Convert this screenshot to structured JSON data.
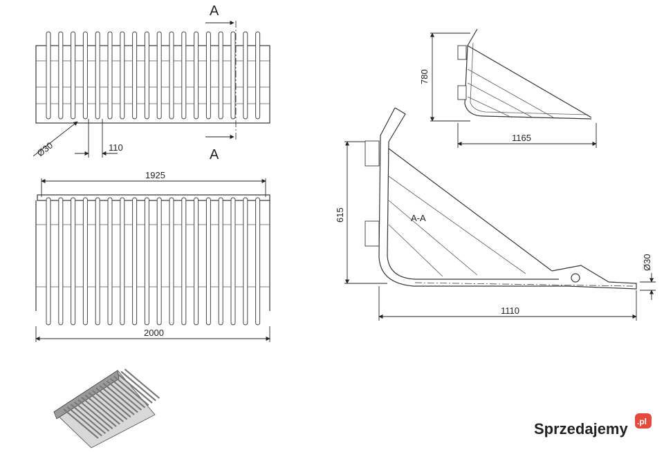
{
  "drawing": {
    "section_mark": "A",
    "section_label": "A-A",
    "top_view": {
      "diameter_label": "Ø30",
      "spacing_label": "110"
    },
    "front_view": {
      "inner_width_label": "1925",
      "outer_width_label": "2000"
    },
    "side_view_small": {
      "height_label": "780",
      "length_label": "1165"
    },
    "side_view_large": {
      "height_label": "615",
      "length_label": "1110",
      "diameter_label": "Ø30"
    }
  },
  "watermark": {
    "text": "Sprzedajemy",
    "badge": ".pl"
  }
}
